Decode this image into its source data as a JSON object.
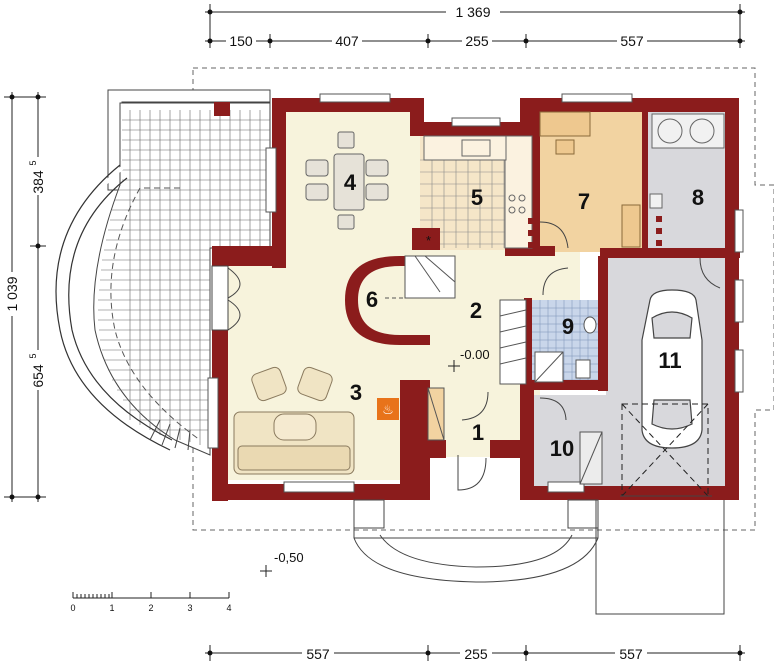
{
  "dimensions": {
    "top_total": "1 369",
    "top_segments": [
      "150",
      "407",
      "255",
      "557"
    ],
    "bottom_segments": [
      "557",
      "255",
      "557"
    ],
    "left_total": "1 039",
    "left_upper": "384",
    "left_upper_sup": "5",
    "left_lower": "654",
    "left_lower_sup": "5"
  },
  "rooms": [
    "1",
    "2",
    "3",
    "4",
    "5",
    "6",
    "7",
    "8",
    "9",
    "10",
    "11"
  ],
  "levels": {
    "floor": "-0.00",
    "ground": "-0,50"
  },
  "scale_bar": {
    "labels": [
      "0",
      "1",
      "2",
      "3",
      "4"
    ]
  },
  "colors": {
    "wall": "#8b1c1c",
    "living": "#f7f3dc",
    "kitchen": "#f5e6c8",
    "room7": "#f2d3a1",
    "garage": "#d8d8dc",
    "bath": "#c9d6ea",
    "terrace": "#ffffff",
    "fire_icon": "#e8731a"
  },
  "icons": [
    "compass-star-icon",
    "fire-escape-icon",
    "car-icon"
  ]
}
